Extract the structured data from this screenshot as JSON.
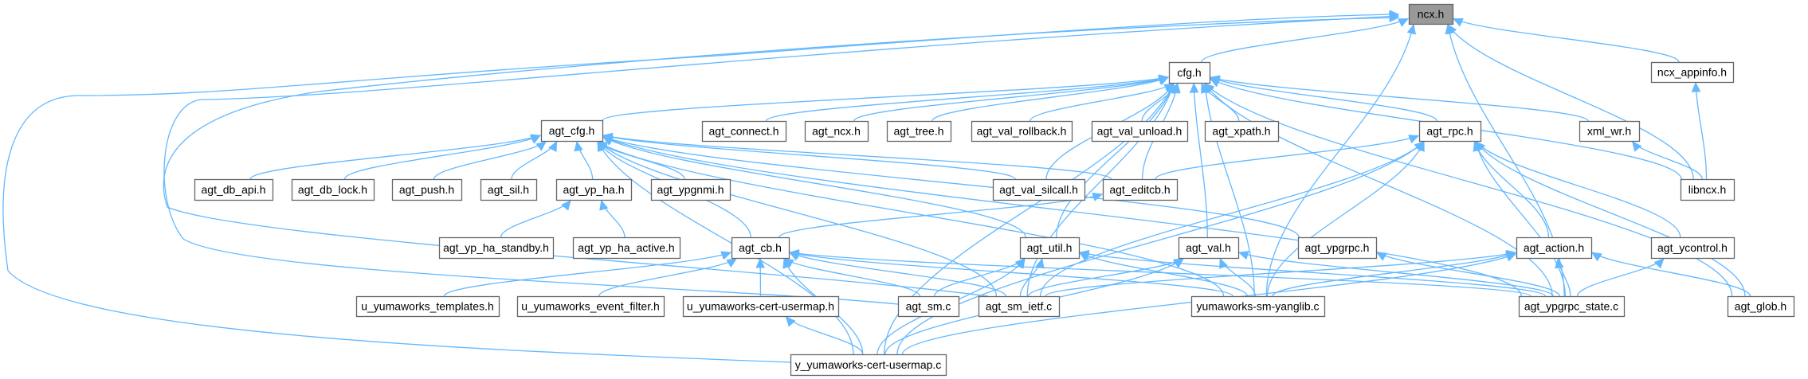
{
  "diagram": {
    "type": "include-dependency-graph",
    "root": "ncx.h",
    "colors": {
      "edge": "#63b8ff",
      "node_border": "#666666",
      "root_fill": "#999999",
      "node_fill": "#ffffff"
    },
    "nodes": [
      {
        "id": "ncx_h",
        "label": "ncx.h",
        "root": true
      },
      {
        "id": "cfg_h",
        "label": "cfg.h"
      },
      {
        "id": "ncx_appinfo_h",
        "label": "ncx_appinfo.h"
      },
      {
        "id": "agt_cfg_h",
        "label": "agt_cfg.h"
      },
      {
        "id": "agt_connect_h",
        "label": "agt_connect.h"
      },
      {
        "id": "agt_ncx_h",
        "label": "agt_ncx.h"
      },
      {
        "id": "agt_tree_h",
        "label": "agt_tree.h"
      },
      {
        "id": "agt_val_rollback_h",
        "label": "agt_val_rollback.h"
      },
      {
        "id": "agt_val_unload_h",
        "label": "agt_val_unload.h"
      },
      {
        "id": "agt_xpath_h",
        "label": "agt_xpath.h"
      },
      {
        "id": "agt_rpc_h",
        "label": "agt_rpc.h"
      },
      {
        "id": "xml_wr_h",
        "label": "xml_wr.h"
      },
      {
        "id": "agt_db_api_h",
        "label": "agt_db_api.h"
      },
      {
        "id": "agt_db_lock_h",
        "label": "agt_db_lock.h"
      },
      {
        "id": "agt_push_h",
        "label": "agt_push.h"
      },
      {
        "id": "agt_sil_h",
        "label": "agt_sil.h"
      },
      {
        "id": "agt_yp_ha_h",
        "label": "agt_yp_ha.h"
      },
      {
        "id": "agt_ypgnmi_h",
        "label": "agt_ypgnmi.h"
      },
      {
        "id": "agt_val_silcall_h",
        "label": "agt_val_silcall.h"
      },
      {
        "id": "agt_editcb_h",
        "label": "agt_editcb.h"
      },
      {
        "id": "libncx_h",
        "label": "libncx.h"
      },
      {
        "id": "agt_yp_ha_standby_h",
        "label": "agt_yp_ha_standby.h"
      },
      {
        "id": "agt_yp_ha_active_h",
        "label": "agt_yp_ha_active.h"
      },
      {
        "id": "agt_cb_h",
        "label": "agt_cb.h"
      },
      {
        "id": "agt_util_h",
        "label": "agt_util.h"
      },
      {
        "id": "agt_val_h",
        "label": "agt_val.h"
      },
      {
        "id": "agt_ypgrpc_h",
        "label": "agt_ypgrpc.h"
      },
      {
        "id": "agt_action_h",
        "label": "agt_action.h"
      },
      {
        "id": "agt_ycontrol_h",
        "label": "agt_ycontrol.h"
      },
      {
        "id": "u_yumaworks_templates_h",
        "label": "u_yumaworks_templates.h"
      },
      {
        "id": "u_yumaworks_event_filter_h",
        "label": "u_yumaworks_event_filter.h"
      },
      {
        "id": "u_yumaworks_cert_usermap_h",
        "label": "u_yumaworks-cert-usermap.h"
      },
      {
        "id": "agt_sm_c",
        "label": "agt_sm.c"
      },
      {
        "id": "agt_sm_ietf_c",
        "label": "agt_sm_ietf.c"
      },
      {
        "id": "yumaworks_sm_yanglib_c",
        "label": "yumaworks-sm-yanglib.c"
      },
      {
        "id": "agt_ypgrpc_state_c",
        "label": "agt_ypgrpc_state.c"
      },
      {
        "id": "agt_glob_h",
        "label": "agt_glob.h"
      },
      {
        "id": "y_yumaworks_cert_usermap_c",
        "label": "y_yumaworks-cert-usermap.c"
      }
    ],
    "edges": [
      [
        "cfg_h",
        "ncx_h"
      ],
      [
        "ncx_appinfo_h",
        "ncx_h"
      ],
      [
        "libncx_h",
        "ncx_h"
      ],
      [
        "agt_sm_c",
        "ncx_h"
      ],
      [
        "y_yumaworks_cert_usermap_c",
        "ncx_h"
      ],
      [
        "agt_sm_ietf_c",
        "ncx_h"
      ],
      [
        "yumaworks_sm_yanglib_c",
        "ncx_h"
      ],
      [
        "agt_ypgrpc_state_c",
        "ncx_h"
      ],
      [
        "agt_cfg_h",
        "cfg_h"
      ],
      [
        "agt_connect_h",
        "cfg_h"
      ],
      [
        "agt_ncx_h",
        "cfg_h"
      ],
      [
        "agt_tree_h",
        "cfg_h"
      ],
      [
        "agt_val_rollback_h",
        "cfg_h"
      ],
      [
        "agt_val_unload_h",
        "cfg_h"
      ],
      [
        "agt_xpath_h",
        "cfg_h"
      ],
      [
        "agt_rpc_h",
        "cfg_h"
      ],
      [
        "xml_wr_h",
        "cfg_h"
      ],
      [
        "libncx_h",
        "cfg_h"
      ],
      [
        "agt_val_silcall_h",
        "cfg_h"
      ],
      [
        "agt_editcb_h",
        "cfg_h"
      ],
      [
        "agt_util_h",
        "cfg_h"
      ],
      [
        "agt_val_h",
        "cfg_h"
      ],
      [
        "y_yumaworks_cert_usermap_c",
        "cfg_h"
      ],
      [
        "agt_sm_ietf_c",
        "cfg_h"
      ],
      [
        "yumaworks_sm_yanglib_c",
        "cfg_h"
      ],
      [
        "agt_glob_h",
        "cfg_h"
      ],
      [
        "agt_ypgrpc_state_c",
        "cfg_h"
      ],
      [
        "libncx_h",
        "ncx_appinfo_h"
      ],
      [
        "libncx_h",
        "xml_wr_h"
      ],
      [
        "agt_db_api_h",
        "agt_cfg_h"
      ],
      [
        "agt_db_lock_h",
        "agt_cfg_h"
      ],
      [
        "agt_push_h",
        "agt_cfg_h"
      ],
      [
        "agt_sil_h",
        "agt_cfg_h"
      ],
      [
        "agt_yp_ha_h",
        "agt_cfg_h"
      ],
      [
        "agt_ypgnmi_h",
        "agt_cfg_h"
      ],
      [
        "agt_val_silcall_h",
        "agt_cfg_h"
      ],
      [
        "agt_editcb_h",
        "agt_cfg_h"
      ],
      [
        "agt_cb_h",
        "agt_cfg_h"
      ],
      [
        "agt_util_h",
        "agt_cfg_h"
      ],
      [
        "agt_sm_ietf_c",
        "agt_cfg_h"
      ],
      [
        "y_yumaworks_cert_usermap_c",
        "agt_cfg_h"
      ],
      [
        "yumaworks_sm_yanglib_c",
        "agt_cfg_h"
      ],
      [
        "agt_ypgrpc_h",
        "agt_cfg_h"
      ],
      [
        "agt_ypgrpc_state_c",
        "agt_cfg_h"
      ],
      [
        "agt_yp_ha_standby_h",
        "agt_yp_ha_h"
      ],
      [
        "agt_yp_ha_active_h",
        "agt_yp_ha_h"
      ],
      [
        "agt_cb_h",
        "agt_editcb_h"
      ],
      [
        "agt_editcb_h",
        "agt_rpc_h"
      ],
      [
        "agt_action_h",
        "agt_rpc_h"
      ],
      [
        "agt_ycontrol_h",
        "agt_rpc_h"
      ],
      [
        "agt_sm_ietf_c",
        "agt_rpc_h"
      ],
      [
        "yumaworks_sm_yanglib_c",
        "agt_rpc_h"
      ],
      [
        "y_yumaworks_cert_usermap_c",
        "agt_rpc_h"
      ],
      [
        "agt_ypgrpc_state_c",
        "agt_rpc_h"
      ],
      [
        "agt_glob_h",
        "agt_rpc_h"
      ],
      [
        "u_yumaworks_templates_h",
        "agt_cb_h"
      ],
      [
        "u_yumaworks_event_filter_h",
        "agt_cb_h"
      ],
      [
        "u_yumaworks_cert_usermap_h",
        "agt_cb_h"
      ],
      [
        "agt_sm_c",
        "agt_cb_h"
      ],
      [
        "agt_sm_ietf_c",
        "agt_cb_h"
      ],
      [
        "y_yumaworks_cert_usermap_c",
        "agt_cb_h"
      ],
      [
        "yumaworks_sm_yanglib_c",
        "agt_cb_h"
      ],
      [
        "agt_ypgrpc_state_c",
        "agt_cb_h"
      ],
      [
        "agt_sm_c",
        "agt_util_h"
      ],
      [
        "agt_sm_ietf_c",
        "agt_util_h"
      ],
      [
        "y_yumaworks_cert_usermap_c",
        "agt_util_h"
      ],
      [
        "yumaworks_sm_yanglib_c",
        "agt_util_h"
      ],
      [
        "agt_ypgrpc_state_c",
        "agt_util_h"
      ],
      [
        "agt_sm_ietf_c",
        "agt_val_h"
      ],
      [
        "yumaworks_sm_yanglib_c",
        "agt_val_h"
      ],
      [
        "y_yumaworks_cert_usermap_c",
        "agt_val_h"
      ],
      [
        "agt_ypgrpc_state_c",
        "agt_val_h"
      ],
      [
        "agt_ypgrpc_state_c",
        "agt_ypgrpc_h"
      ],
      [
        "agt_sm_ietf_c",
        "agt_action_h"
      ],
      [
        "yumaworks_sm_yanglib_c",
        "agt_action_h"
      ],
      [
        "y_yumaworks_cert_usermap_c",
        "agt_action_h"
      ],
      [
        "agt_ypgrpc_state_c",
        "agt_action_h"
      ],
      [
        "agt_glob_h",
        "agt_action_h"
      ],
      [
        "agt_ypgrpc_state_c",
        "agt_ycontrol_h"
      ],
      [
        "y_yumaworks_cert_usermap_c",
        "u_yumaworks_cert_usermap_h"
      ]
    ]
  }
}
